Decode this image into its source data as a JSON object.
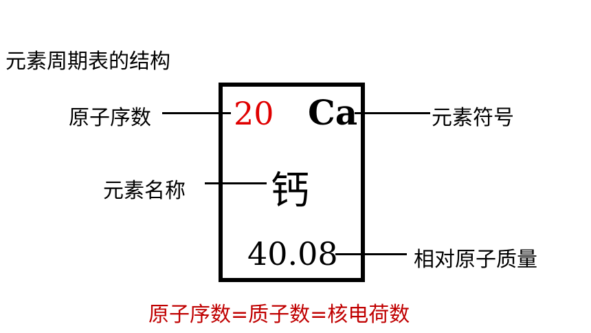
{
  "title": "元素周期表的结构",
  "labels": {
    "atomic_number": "原子序数",
    "element_symbol": "元素符号",
    "element_name": "元素名称",
    "atomic_mass": "相对原子质量"
  },
  "element": {
    "atomic_number": "20",
    "symbol": "Ca",
    "name": "钙",
    "atomic_mass": "40.08"
  },
  "formula": "原子序数=质子数=核电荷数",
  "colors": {
    "atomic_number": "#e00000",
    "formula": "#c00000",
    "text": "#000000"
  }
}
